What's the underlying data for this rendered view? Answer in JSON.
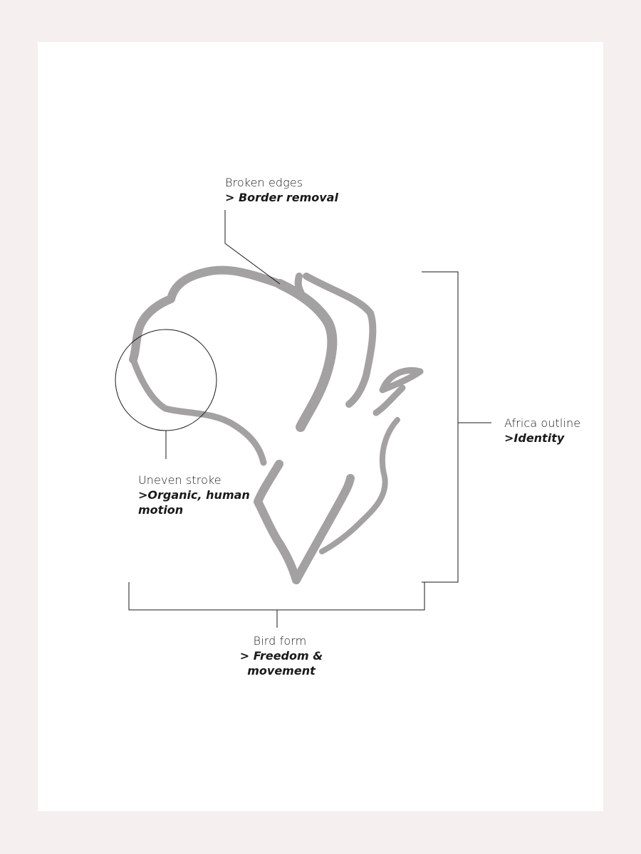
{
  "annotations": {
    "broken_edges": {
      "title": "Broken edges",
      "meaning": "> Border removal"
    },
    "uneven_stroke": {
      "title": "Uneven stroke",
      "meaning": ">Organic, human motion"
    },
    "africa_outline": {
      "title": "Africa outline",
      "meaning": ">Identity"
    },
    "bird_form": {
      "title": "Bird form",
      "meaning": "> Freedom & movement"
    }
  },
  "colors": {
    "page_background": "#f5efef",
    "card_background": "#ffffff",
    "logo_stroke": "#a3a1a1",
    "leader_line": "#1a1a1a",
    "text": "#1a1a1a"
  }
}
